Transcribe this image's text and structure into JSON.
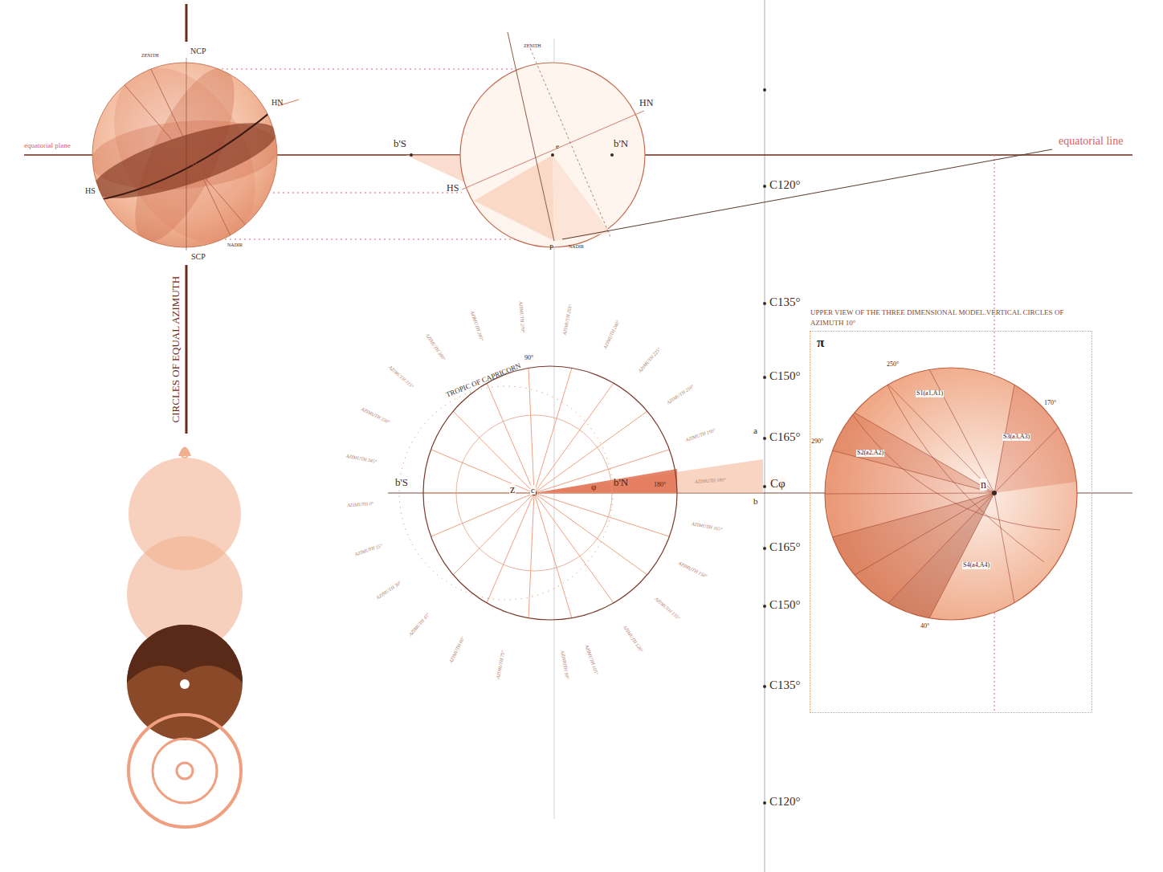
{
  "diagram": {
    "nodes": [
      {
        "text": [
          "UPPER VIEW OF THE THREE DIMENSIONAL MODEL.VERTICAL CIRCLES OF AZIMUTH 10°",
          "π"
        ]
      }
    ],
    "labels": [
      "ZENITH",
      "NCP",
      "equatorial plane",
      "HN",
      "HS",
      "SCP",
      "NADIR",
      "CIRCLES OF EQUAL AZIMUTH",
      "ZENITH",
      "HN",
      "b'S",
      "e",
      "b'N",
      "HS",
      "P",
      "NADIR",
      "equatorial line",
      "C120°",
      "C135°",
      "C150°",
      "C165°",
      "Cφ",
      "C165°",
      "C150°",
      "C135°",
      "C120°",
      "a",
      "b",
      "TROPIC OF CAPRICORN",
      "b'S",
      "z",
      "c",
      "φ",
      "b'N",
      "180°",
      "90°",
      "AZIMUTH 0°",
      "AZIMUTH 15°",
      "AZIMUTH 30°",
      "AZIMUTH 45°",
      "AZIMUTH 60°",
      "AZIMUTH 75°",
      "AZIMUTH 90°",
      "AZIMUTH 105°",
      "AZIMUTH 120°",
      "AZIMUTH 135°",
      "AZIMUTH 150°",
      "AZIMUTH 165°",
      "AZIMUTH 180°",
      "AZIMUTH 195°",
      "AZIMUTH 210°",
      "AZIMUTH 225°",
      "AZIMUTH 240°",
      "AZIMUTH 255°",
      "AZIMUTH 270°",
      "AZIMUTH 285°",
      "AZIMUTH 300°",
      "AZIMUTH 315°",
      "AZIMUTH 330°",
      "AZIMUTH 345°",
      "250°",
      "170°",
      "290°",
      "40°",
      "n",
      "S1(a1,A1)",
      "S2(a2,A2)",
      "S3(a3,A3)",
      "S4(a4,A4)"
    ]
  }
}
